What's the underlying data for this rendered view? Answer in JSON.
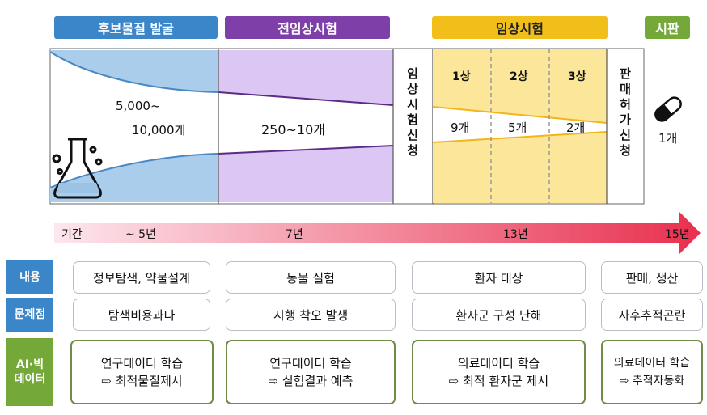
{
  "phases": [
    {
      "label": "후보물질 발굴",
      "color": "#3a86c8"
    },
    {
      "label": "전임상시험",
      "color": "#7e3fa8"
    },
    {
      "label": "임상시험",
      "color": "#f2be1a"
    },
    {
      "label": "시판",
      "color": "#74a838"
    }
  ],
  "stages": {
    "discovery_count_1": "5,000~",
    "discovery_count_2": "10,000개",
    "preclinical_count": "250~10개",
    "ind_filing": "임상시험신청",
    "phase1": {
      "label": "1상",
      "count": "9개"
    },
    "phase2": {
      "label": "2상",
      "count": "5개"
    },
    "phase3": {
      "label": "3상",
      "count": "2개"
    },
    "nda_filing": "판매허가신청",
    "market_count": "1개"
  },
  "timeline": {
    "label": "기간",
    "t1": "~ 5년",
    "t2": "7년",
    "t3": "13년",
    "t4": "15년"
  },
  "rows": {
    "content": {
      "label": "내용",
      "color": "#3a86c8",
      "items": [
        "정보탐색, 약물설계",
        "동물 실험",
        "환자 대상",
        "판매, 생산"
      ]
    },
    "problems": {
      "label": "문제점",
      "color": "#3a86c8",
      "items": [
        "탐색비용과다",
        "시행 착오 발생",
        "환자군 구성 난해",
        "사후추적곤란"
      ]
    },
    "ai": {
      "label": "AI·빅데이터",
      "color": "#74a838",
      "items": [
        {
          "line1": "연구데이터 학습",
          "line2": "⇨ 최적물질제시"
        },
        {
          "line1": "연구데이터 학습",
          "line2": "⇨ 실험결과 예측"
        },
        {
          "line1": "의료데이터 학습",
          "line2": "⇨ 최적 환자군 제시"
        },
        {
          "line1": "의료데이터 학습",
          "line2": "⇨ 추적자동화"
        }
      ]
    }
  }
}
